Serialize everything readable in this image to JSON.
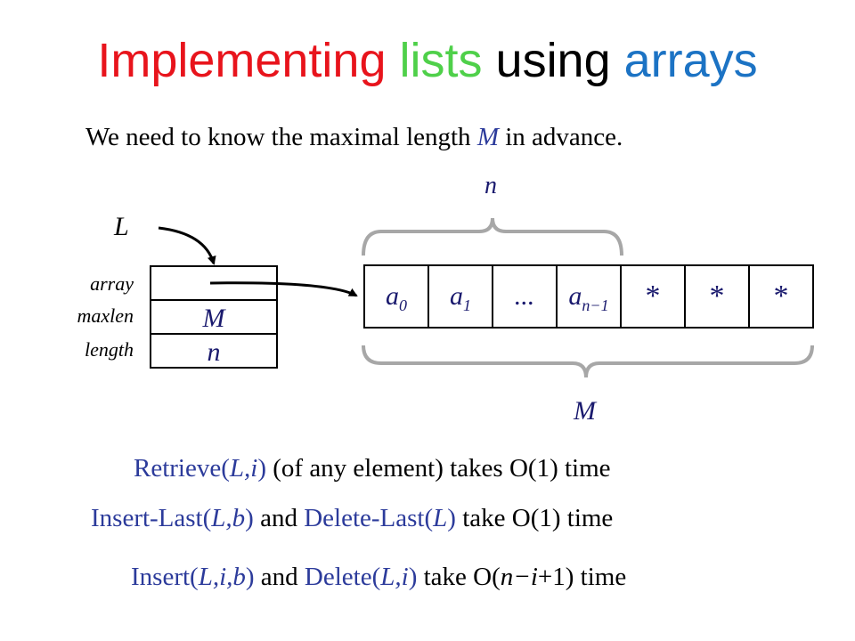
{
  "title": {
    "word1": "Implementing",
    "word2": "lists",
    "word3": "using",
    "word4": "arrays",
    "colors": {
      "word1": "#e8141c",
      "word2": "#4fd04a",
      "word3": "#000000",
      "word4": "#1c73c4"
    }
  },
  "subtitle": {
    "prefix": "We need to know the maximal length ",
    "var": "M",
    "suffix": " in advance."
  },
  "diagram": {
    "top_brace_label": "n",
    "bottom_brace_label": "M",
    "pointer_label": "L",
    "struct_fields": [
      {
        "label": "array",
        "value": ""
      },
      {
        "label": "maxlen",
        "value": "M"
      },
      {
        "label": "length",
        "value": "n"
      }
    ],
    "cells": [
      {
        "base": "a",
        "sub": "0"
      },
      {
        "base": "a",
        "sub": "1"
      },
      {
        "base": "...",
        "sub": ""
      },
      {
        "base": "a",
        "sub": "n−1"
      },
      {
        "base": "*",
        "sub": ""
      },
      {
        "base": "*",
        "sub": ""
      },
      {
        "base": "*",
        "sub": ""
      }
    ]
  },
  "operations": [
    {
      "op": "Retrieve(",
      "args": "L,i",
      "close": ")",
      "rest": " (of any element) takes O(1) time"
    },
    {
      "op1": "Insert-Last(",
      "args1": "L,b",
      "close1": ")",
      "mid": " and ",
      "op2": "Delete-Last(",
      "args2": "L",
      "close2": ")",
      "rest": " take O(1) time"
    },
    {
      "op1": "Insert(",
      "args1": "L,i,b",
      "close1": ")",
      "mid": " and ",
      "op2": "Delete(",
      "args2": "L,i",
      "close2": ")",
      "rest_pre": " take O(",
      "rest_var": "n−i",
      "rest_post": "+1) time"
    }
  ]
}
